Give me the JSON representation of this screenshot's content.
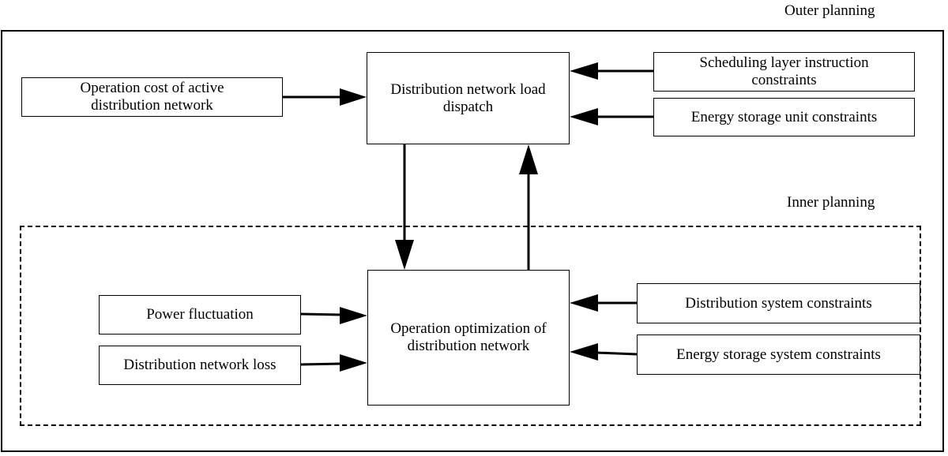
{
  "outer_label": "Outer planning",
  "inner_label": "Inner planning",
  "boxes": {
    "load_dispatch": {
      "line1": "Distribution network load",
      "line2": "dispatch"
    },
    "operation_cost": {
      "line1": "Operation cost of active",
      "line2": "distribution network"
    },
    "scheduling_constraints": {
      "line1": "Scheduling layer instruction",
      "line2": "constraints"
    },
    "energy_storage_unit": {
      "line1": "Energy storage unit constraints"
    },
    "operation_optimization": {
      "line1": "Operation optimization of",
      "line2": "distribution network"
    },
    "power_fluctuation": {
      "line1": "Power fluctuation"
    },
    "network_loss": {
      "line1": "Distribution network loss"
    },
    "system_constraints": {
      "line1": "Distribution system constraints"
    },
    "storage_system_constraints": {
      "line1": "Energy storage system constraints"
    }
  }
}
